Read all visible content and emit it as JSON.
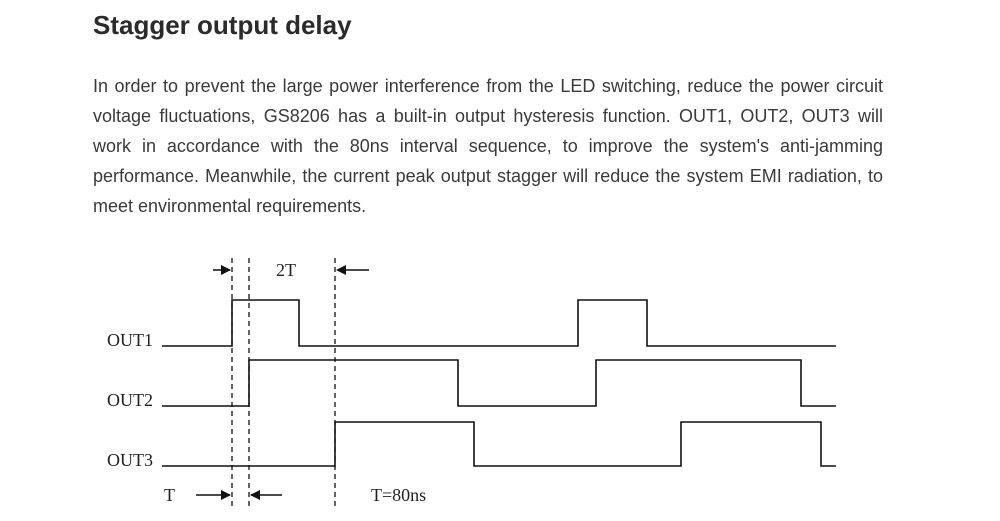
{
  "section": {
    "title": "Stagger output delay",
    "body": "In order to prevent the large power interference from the LED switching, reduce the power circuit voltage fluctuations, GS8206 has a built-in output hysteresis function. OUT1, OUT2, OUT3 will work in accordance with the 80ns interval sequence, to improve the system's anti-jamming performance. Meanwhile, the current peak output stagger will reduce the system EMI radiation, to meet environmental requirements."
  },
  "timing_diagram": {
    "signals": [
      {
        "label": "OUT1"
      },
      {
        "label": "OUT2"
      },
      {
        "label": "OUT3"
      }
    ],
    "top_interval_label": "2T",
    "bottom_interval_label": "T",
    "period_note": "T=80ns"
  },
  "colors": {
    "text": "#333333",
    "line": "#111111"
  }
}
